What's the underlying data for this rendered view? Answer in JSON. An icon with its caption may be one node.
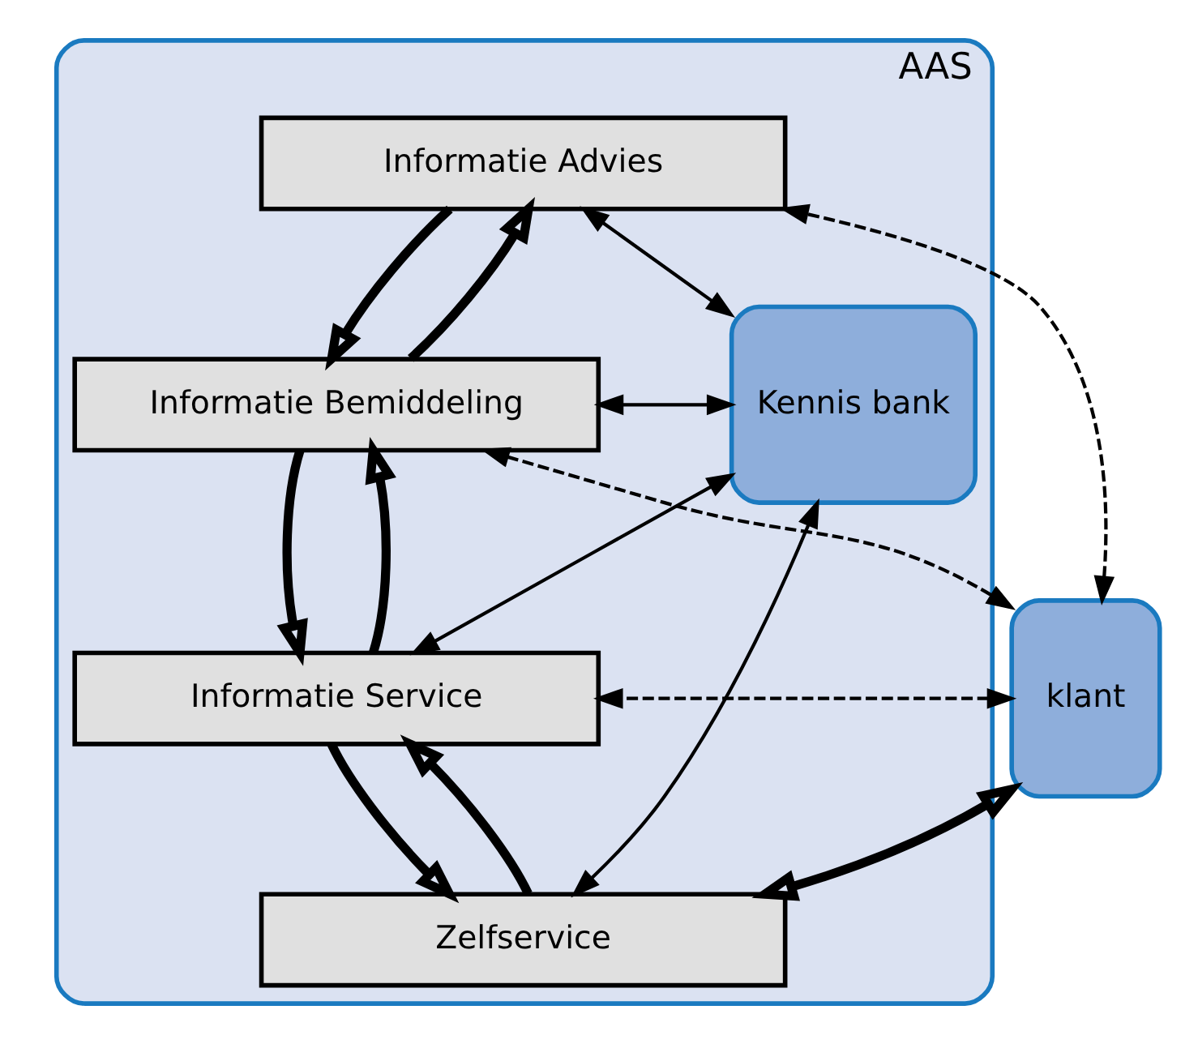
{
  "diagram": {
    "nodes": [
      {
        "text": [
          "AAS"
        ]
      },
      {
        "text": [
          "Informatie Advies"
        ],
        "in": 0
      },
      {
        "text": [
          "Informatie Bemiddeling"
        ],
        "in": 0
      },
      {
        "text": [
          "Informatie Service"
        ],
        "in": 0
      },
      {
        "text": [
          "Zelfservice"
        ],
        "in": 0
      },
      {
        "text": [
          "Kennis bank"
        ],
        "in": 0
      },
      {
        "text": [
          "klant"
        ]
      }
    ],
    "edges": [
      {
        "from": 1,
        "to": 2,
        "arrow": "to",
        "style": "thick"
      },
      {
        "from": 2,
        "to": 3,
        "arrow": "to",
        "style": "thick"
      },
      {
        "from": 3,
        "to": 4,
        "arrow": "to",
        "style": "thick"
      },
      {
        "from": 2,
        "to": 1,
        "arrow": "to",
        "style": "thick"
      },
      {
        "from": 3,
        "to": 2,
        "arrow": "to",
        "style": "thick"
      },
      {
        "from": 4,
        "to": 3,
        "arrow": "to",
        "style": "thick"
      },
      {
        "from": 1,
        "to": 5,
        "arrow": "both"
      },
      {
        "from": 2,
        "to": 5,
        "arrow": "both"
      },
      {
        "from": 3,
        "to": 5,
        "arrow": "both"
      },
      {
        "from": 4,
        "to": 5,
        "arrow": "both"
      },
      {
        "from": 6,
        "to": 1,
        "arrow": "both",
        "style": "dashed"
      },
      {
        "from": 6,
        "to": 2,
        "arrow": "both",
        "style": "dashed"
      },
      {
        "from": 6,
        "to": 3,
        "arrow": "both",
        "style": "dashed"
      },
      {
        "from": 6,
        "to": 4,
        "arrow": "both",
        "style": "thick"
      }
    ]
  }
}
